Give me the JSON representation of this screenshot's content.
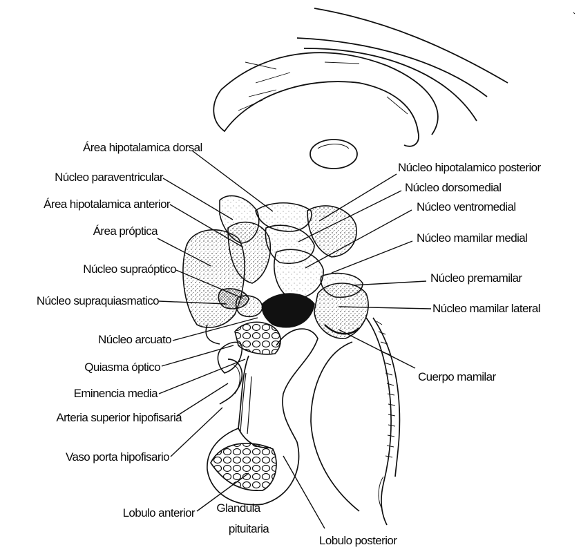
{
  "labels": {
    "area_hipotalamica_dorsal": "Área hipotalamica dorsal",
    "nucleo_paraventricular": "Núcleo paraventricular",
    "area_hipotalamica_anterior": "Área hipotalamica anterior",
    "area_proptica": "Área próptica",
    "nucleo_supraoptico": "Núcleo supraóptico",
    "nucleo_supraquiasmatico": "Núcleo supraquiasmatico",
    "nucleo_arcuato": "Núcleo arcuato",
    "quiasma_optico": "Quiasma óptico",
    "eminencia_media": "Eminencia media",
    "arteria_superior_hipofisaria": "Arteria superior hipofisaria",
    "vaso_porta_hipofisario": "Vaso porta hipofisario",
    "lobulo_anterior": "Lobulo anterior",
    "glandula_pituitaria_1": "Glandula",
    "glandula_pituitaria_2": "pituitaria",
    "lobulo_posterior": "Lobulo posterior",
    "nucleo_hipotalamico_posterior": "Núcleo hipotalamico posterior",
    "nucleo_dorsomedial": "Núcleo dorsomedial",
    "nucleo_ventromedial": "Núcleo ventromedial",
    "nucleo_mamilar_medial": "Núcleo mamilar medial",
    "nucleo_premamilar": "Núcleo premamilar",
    "nucleo_mamilar_lateral": "Núcleo mamilar lateral",
    "cuerpo_mamilar": "Cuerpo mamilar"
  }
}
